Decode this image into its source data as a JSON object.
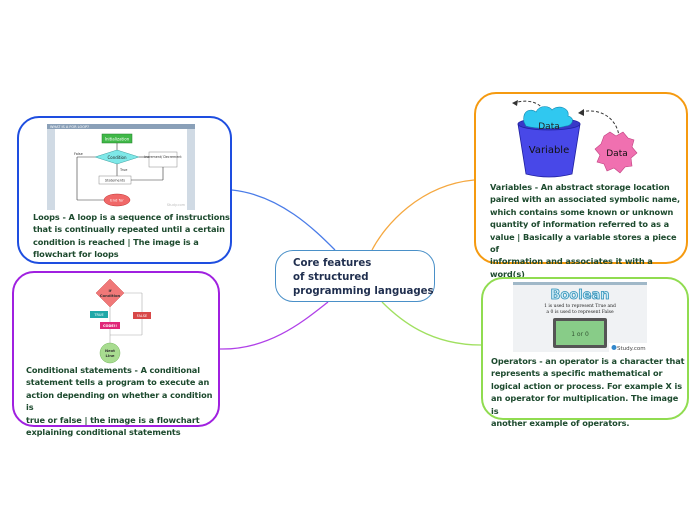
{
  "center": {
    "title_lines": [
      "Core features",
      "of structured",
      "programming languages"
    ],
    "border_color": "#4a90c8"
  },
  "topics": {
    "loops": {
      "text_lines": [
        "Loops - A loop is a sequence of instructions",
        "that is continually repeated until a certain",
        "condition is reached | The image is a",
        "flowchart for loops"
      ],
      "color": "#1e4ee0",
      "image": {
        "header": "WHAT IS A FOR LOOP?",
        "initialization": "Initialization",
        "condition": "Condition",
        "false": "False",
        "true": "True",
        "statements": "Statements",
        "increment": "Increment/ Decrement",
        "end": "End for",
        "watermark": "Study.com"
      }
    },
    "conditional": {
      "text_lines": [
        "Conditional statements - A conditional",
        "statement tells a program to execute an",
        "action depending on whether a condition is",
        "true or false | the image is a flowchart",
        "explaining conditional statements"
      ],
      "color": "#a020e0",
      "image": {
        "if_line1": "If",
        "if_line2": "Condition",
        "true": "TRUE",
        "false": "FALSE",
        "code": "CODE!!",
        "next_line1": "Next",
        "next_line2": "Line"
      }
    },
    "variables": {
      "text_lines": [
        "Variables - An abstract storage location",
        "paired with an associated symbolic name,",
        "which contains some known or unknown",
        "quantity of information referred to as a",
        "value | Basically a variable stores a piece of",
        "information and associates it with a",
        "word(s)"
      ],
      "color": "#f59a10",
      "image": {
        "bucket_label": "Variable",
        "inner_label": "Data",
        "blob_label": "Data"
      }
    },
    "operators": {
      "text_lines": [
        "Operators - an operator is a character that",
        "represents a specific mathematical or",
        "logical action or process. For example X is",
        "an operator for multiplication. The image is",
        "another example of operators."
      ],
      "color": "#90dc50",
      "image": {
        "title": "Boolean",
        "line1": "1 is used to represent True and",
        "line2": "a 0 is used to represent False",
        "screen": "1 or 0",
        "watermark": "Study.com"
      }
    }
  }
}
